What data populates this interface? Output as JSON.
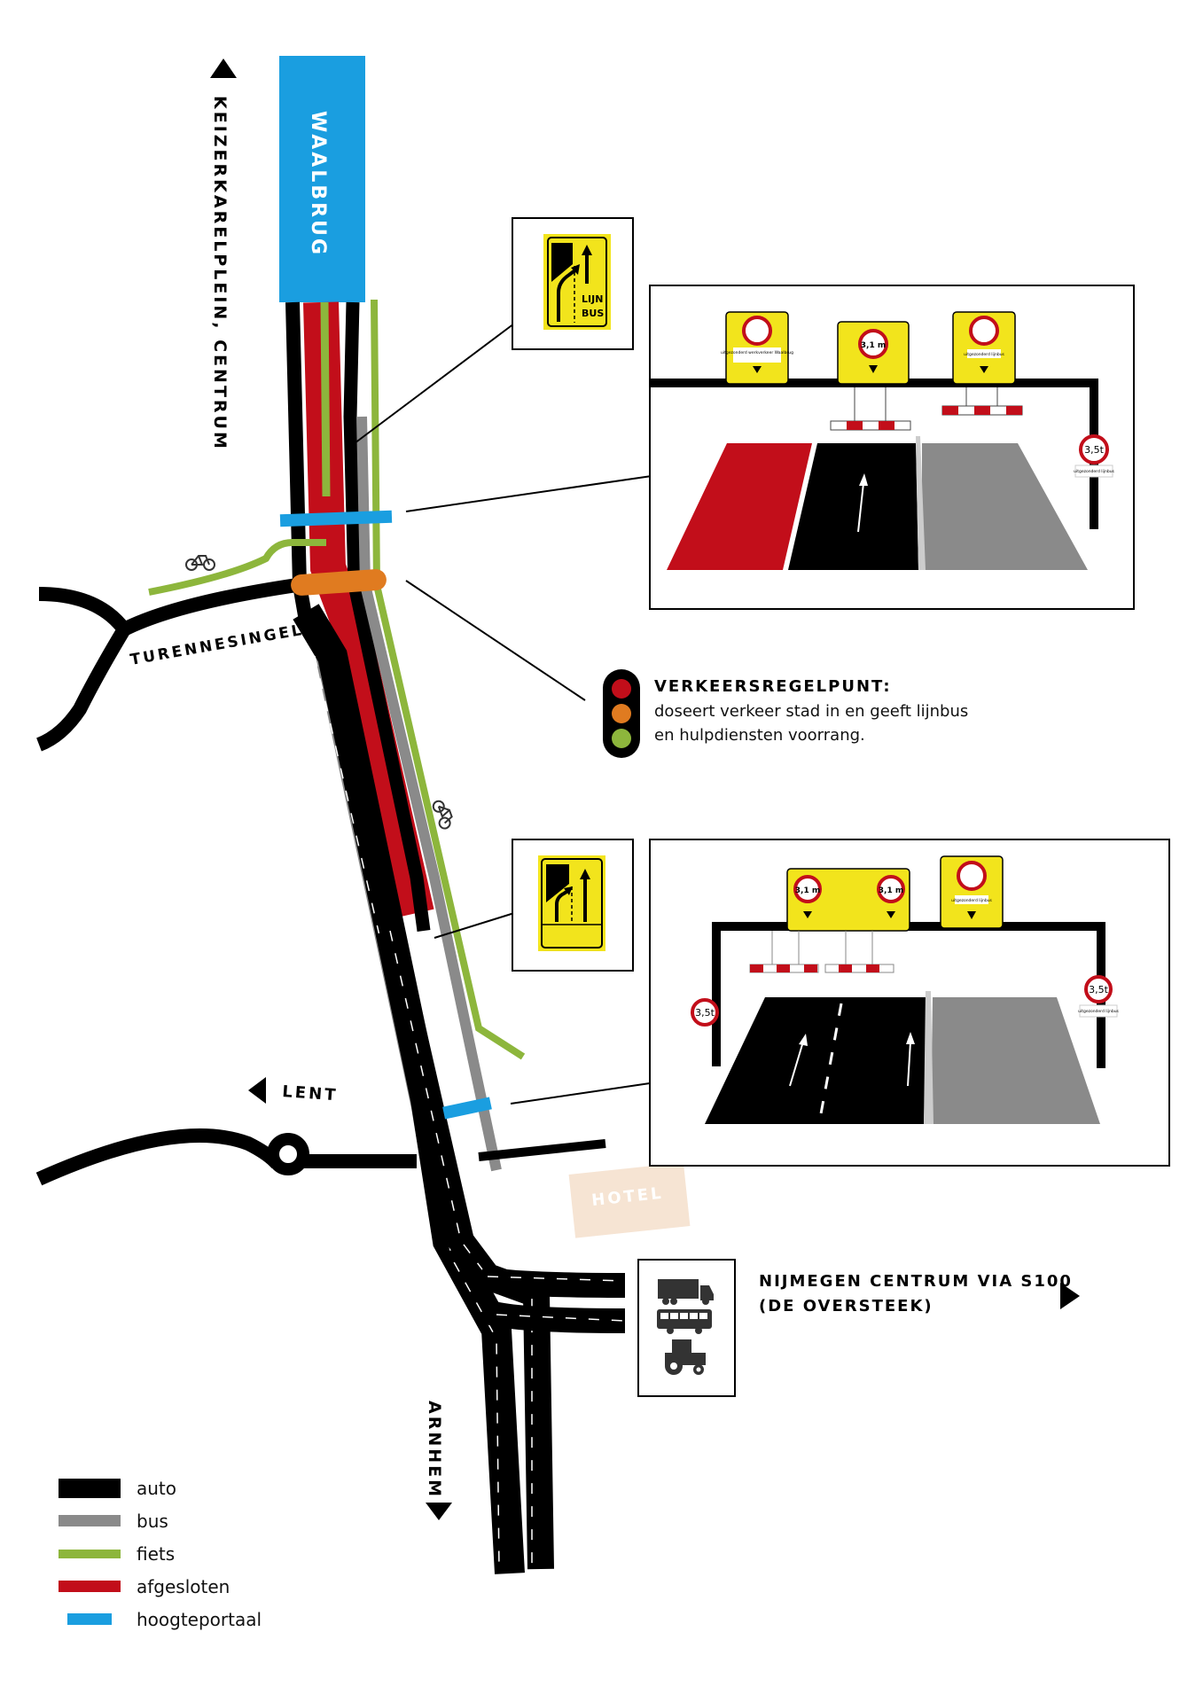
{
  "map": {
    "bridge_label": "WAALBRUG",
    "north_label": "KEIZERKARELPLEIN, CENTRUM",
    "street_label": "TURENNESINGEL",
    "west_label": "LENT",
    "south_label": "ARNHEM",
    "hotel_label": "HOTEL",
    "east_destination_line1": "NIJMEGEN CENTRUM VIA S100",
    "east_destination_line2": "(DE OVERSTEEK)",
    "icons": {
      "bicycle": "bicycle-icon",
      "truck": "truck-icon",
      "bus": "bus-icon",
      "tractor": "tractor-icon"
    }
  },
  "lane_sign_1": {
    "text_line1": "LIJN",
    "text_line2": "BUS"
  },
  "portal_1": {
    "sign_left_text": "uitgezonderd werkverkeer Waalbrug",
    "sign_mid_height": "3,1 m",
    "sign_right_text": "uitgezonderd lijnbus",
    "pole_sign_weight": "3,5t",
    "pole_sign_text": "uitgezonderd lijnbus"
  },
  "portal_2": {
    "sign_height_left": "3,1 m",
    "sign_height_right": "3,1 m",
    "sign_right_text": "uitgezonderd lijnbus",
    "pole_left_weight": "3,5t",
    "pole_right_weight": "3,5t",
    "pole_right_text": "uitgezonderd lijnbus"
  },
  "traffic_light": {
    "title": "VERKEERSREGELPUNT:",
    "description_line1": "doseert verkeer stad in en geeft lijnbus",
    "description_line2": "en hulpdiensten voorrang."
  },
  "legend": {
    "items": [
      {
        "key": "auto",
        "label": "auto",
        "color": "#000000"
      },
      {
        "key": "bus",
        "label": "bus",
        "color": "#8a8a8a"
      },
      {
        "key": "fiets",
        "label": "fiets",
        "color": "#8db63c"
      },
      {
        "key": "afgesloten",
        "label": "afgesloten",
        "color": "#c20e1a"
      },
      {
        "key": "hoogteportaal",
        "label": "hoogteportaal",
        "color": "#1a9ee0"
      }
    ]
  },
  "colors": {
    "auto": "#000000",
    "bus": "#8a8a8a",
    "fiets": "#8db63c",
    "afgesloten": "#c20e1a",
    "hoogteportaal": "#1a9ee0",
    "verkeersregelpunt": "#e07b20",
    "sign_yellow": "#f2e41c",
    "hotel": "#f6e4d3"
  }
}
